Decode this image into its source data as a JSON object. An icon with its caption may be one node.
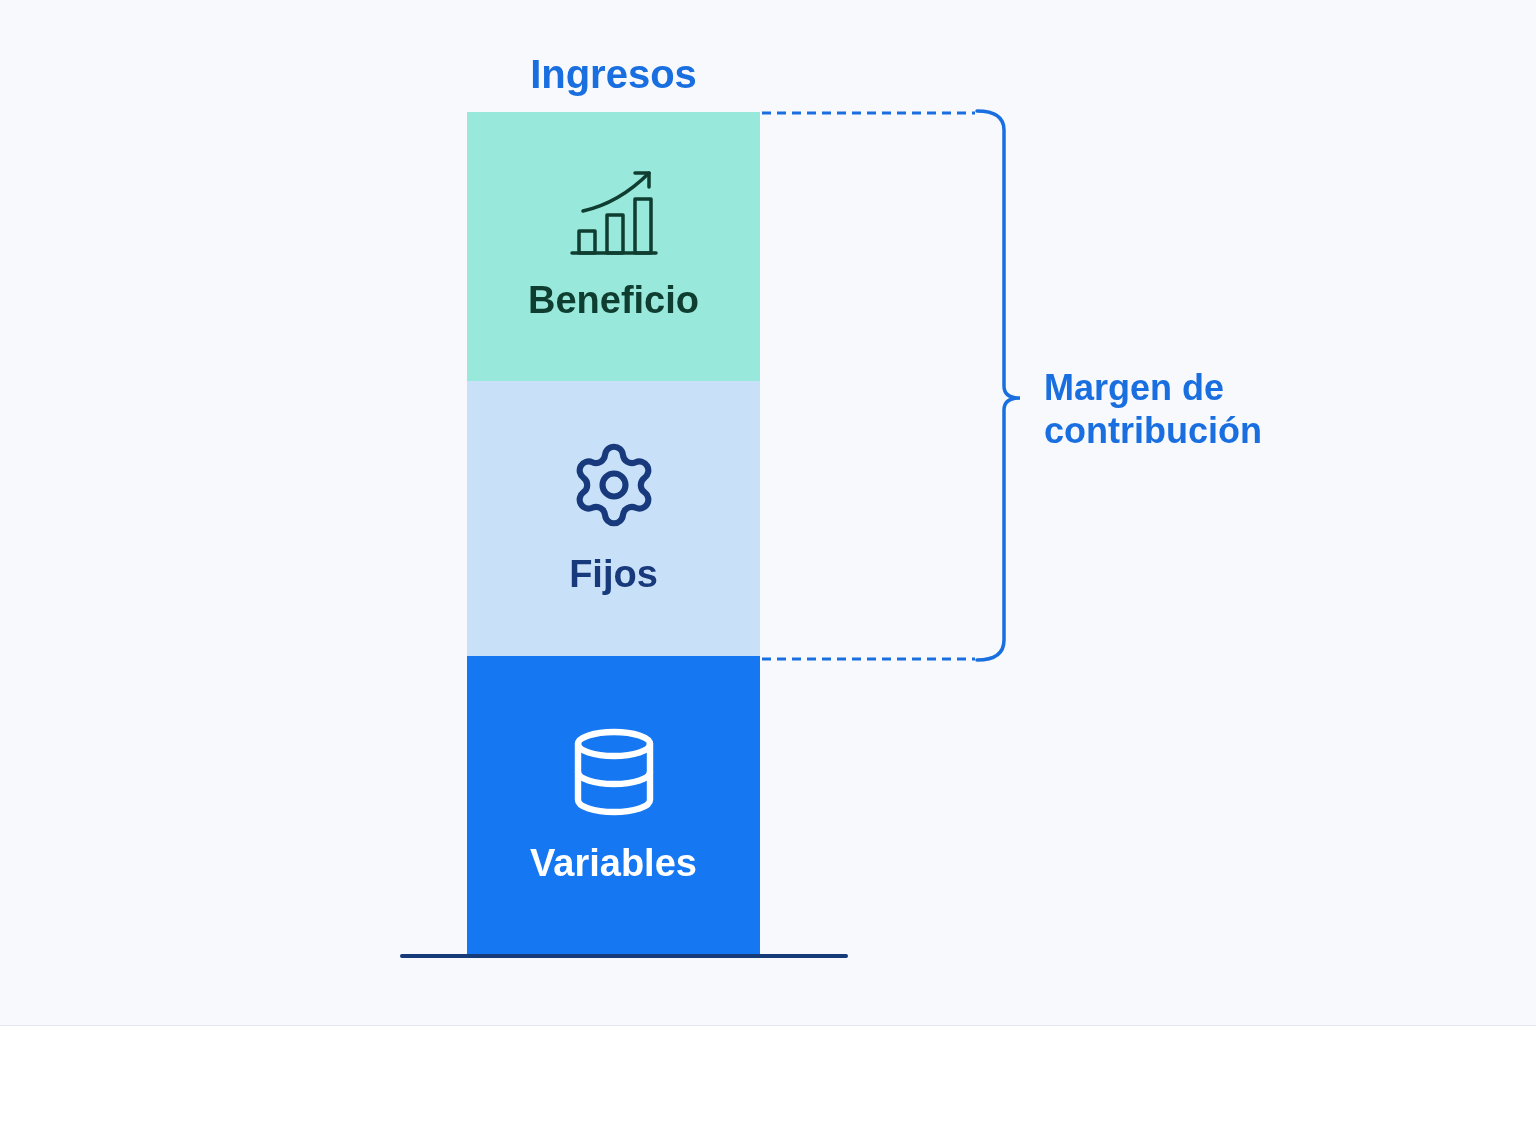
{
  "diagram": {
    "title": "Ingresos",
    "nodes": [
      {
        "text": [
          "Beneficio"
        ]
      },
      {
        "text": [
          "Fijos"
        ]
      },
      {
        "text": [
          "Variables"
        ]
      }
    ],
    "labels": [
      "Margen de contribución"
    ]
  }
}
